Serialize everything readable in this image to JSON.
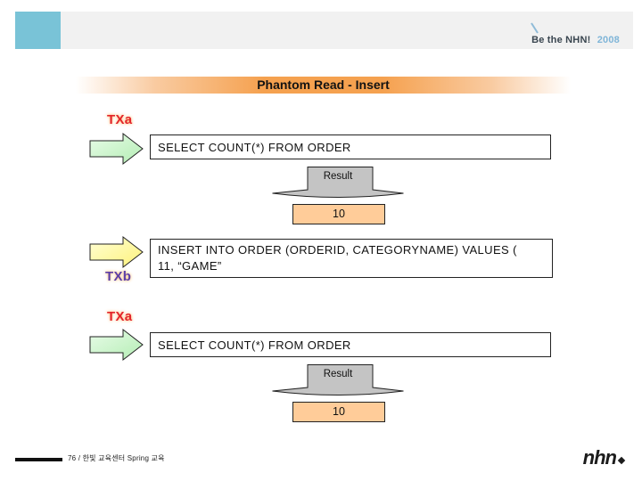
{
  "header": {
    "brand_text": "Be the NHN!",
    "brand_year": "2008"
  },
  "slide": {
    "title": "Phantom Read - Insert"
  },
  "diagram": {
    "tx_a": "TXa",
    "tx_b": "TXb",
    "step1": {
      "sql": "SELECT COUNT(*) FROM ORDER",
      "result_label": "Result",
      "result_value": "10"
    },
    "step2": {
      "sql_line1": "INSERT INTO ORDER (ORDERID, CATEGORYNAME) VALUES (",
      "sql_line2": "11, “GAME”"
    },
    "step3": {
      "sql": "SELECT COUNT(*) FROM ORDER",
      "result_label": "Result",
      "result_value": "10"
    }
  },
  "footer": {
    "page_info": "76 / 한빛 교육센터 Spring 교육",
    "logo_text": "nhn"
  },
  "colors": {
    "accent_cyan": "#79c3d7",
    "title_orange": "#f5a14f",
    "tx_a_red": "#e3262c",
    "tx_b_purple": "#5b3fa8",
    "arrow_green": "#c9f2c9",
    "arrow_yellow": "#fff9a8",
    "result_gray": "#c4c4c4",
    "value_orange": "#ffcc99",
    "brand_blue": "#7fb5d8"
  }
}
